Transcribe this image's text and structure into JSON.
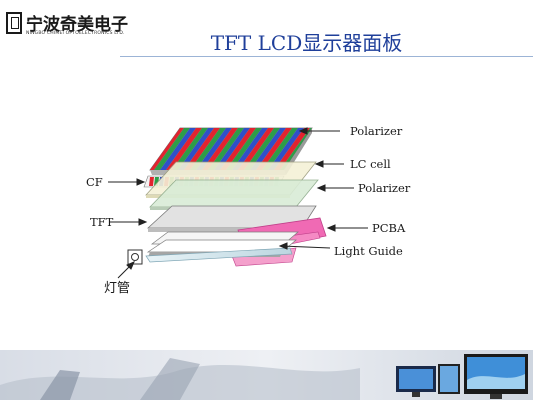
{
  "header": {
    "logo_text": "宁波奇美电子",
    "logo_subtext": "NINGBO CHIMEI OPTOELECTRONICS LTD.",
    "title": "TFT LCD显示器面板"
  },
  "diagram": {
    "labels": {
      "polarizer_top": "Polarizer",
      "lc_cell": "LC cell",
      "polarizer_bottom": "Polarizer",
      "pcba": "PCBA",
      "light_guide": "Light Guide",
      "cf": "CF",
      "tft": "TFT",
      "lamp": "灯管"
    },
    "colors": {
      "stripe_red": "#e2232f",
      "stripe_green": "#2e9d48",
      "stripe_blue": "#3050c8",
      "pcba_pink": "#f06ab4",
      "layer_gray": "#c8c8c8",
      "lc_cell_fill": "#f4f1d7",
      "polarizer_fill": "#d9ecd6"
    }
  },
  "footer": {
    "icons": [
      "monitor-icon",
      "monitor-icon",
      "monitor-icon"
    ]
  }
}
